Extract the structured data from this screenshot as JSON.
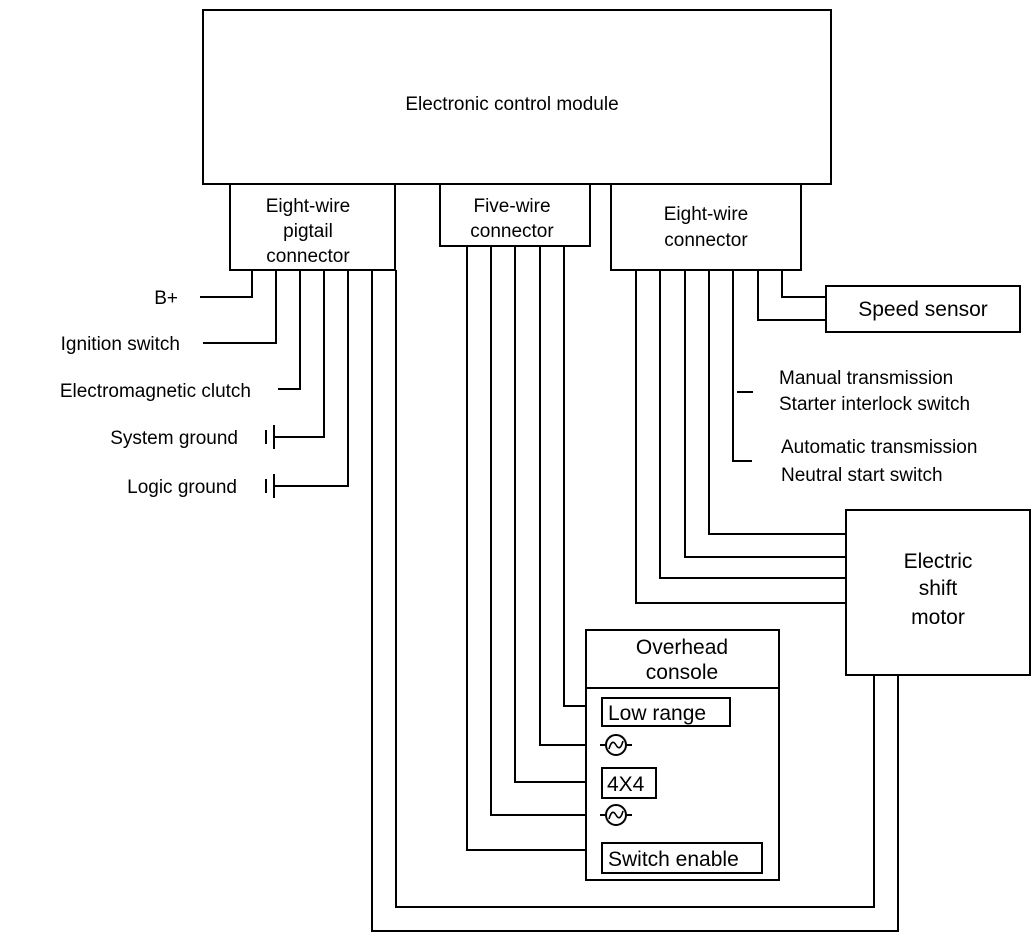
{
  "ecm": {
    "label": "Electronic control module"
  },
  "connectors": {
    "pigtail": {
      "line1": "Eight-wire",
      "line2": "pigtail",
      "line3": "connector"
    },
    "five_wire": {
      "line1": "Five-wire",
      "line2": "connector"
    },
    "eight_wire": {
      "line1": "Eight-wire",
      "line2": "connector"
    }
  },
  "left_labels": {
    "b_plus": "B+",
    "ignition": "Ignition switch",
    "clutch": "Electromagnetic clutch",
    "system_ground": "System ground",
    "logic_ground": "Logic ground"
  },
  "right_labels": {
    "speed_sensor": "Speed sensor",
    "manual_line1": "Manual transmission",
    "manual_line2": "Starter interlock switch",
    "auto_line1": "Automatic transmission",
    "auto_line2": "Neutral start switch"
  },
  "motor": {
    "line1": "Electric",
    "line2": "shift",
    "line3": "motor"
  },
  "console": {
    "title_line1": "Overhead",
    "title_line2": "console",
    "low_range": "Low range",
    "four_x_four": "4X4",
    "switch_enable": "Switch enable"
  }
}
